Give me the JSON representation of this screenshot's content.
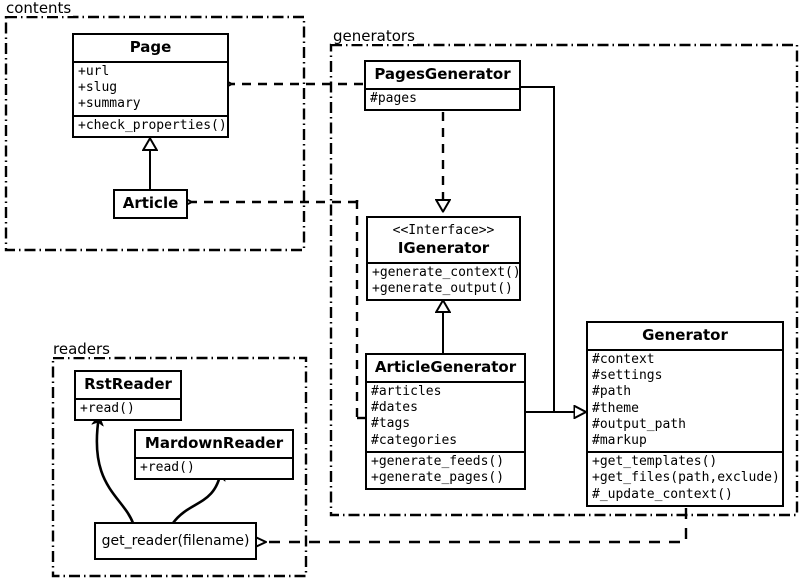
{
  "diagram": {
    "title": "Pelican UML class diagram",
    "line_color": "#000000",
    "background": "#ffffff"
  },
  "packages": [
    {
      "id": "contents",
      "label": "contents"
    },
    {
      "id": "generators",
      "label": "generators"
    },
    {
      "id": "readers",
      "label": "readers"
    }
  ],
  "classes": {
    "page": {
      "name": "Page",
      "attributes": [
        "+url",
        "+slug",
        "+summary"
      ],
      "methods": [
        "+check_properties()"
      ]
    },
    "article": {
      "name": "Article",
      "attributes": [],
      "methods": []
    },
    "pages_generator": {
      "name": "PagesGenerator",
      "attributes": [
        "#pages"
      ],
      "methods": []
    },
    "igenerator": {
      "stereotype": "<<Interface>>",
      "name": "IGenerator",
      "attributes": [],
      "methods": [
        "+generate_context()",
        "+generate_output()"
      ]
    },
    "article_generator": {
      "name": "ArticleGenerator",
      "attributes": [
        "#articles",
        "#dates",
        "#tags",
        "#categories"
      ],
      "methods": [
        "+generate_feeds()",
        "+generate_pages()"
      ]
    },
    "generator": {
      "name": "Generator",
      "attributes": [
        "#context",
        "#settings",
        "#path",
        "#theme",
        "#output_path",
        "#markup"
      ],
      "methods": [
        "+get_templates()",
        "+get_files(path,exclude)",
        "#_update_context()"
      ]
    },
    "rst_reader": {
      "name": "RstReader",
      "attributes": [],
      "methods": [
        "+read()"
      ]
    },
    "mardown_reader": {
      "name": "MardownReader",
      "attributes": [],
      "methods": [
        "+read()"
      ]
    },
    "get_reader": {
      "name": "get_reader(filename)"
    }
  },
  "relationships": [
    {
      "id": "article-inherits-page",
      "type": "generalization",
      "from": "Article",
      "to": "Page"
    },
    {
      "id": "pagesgenerator-realizes-igenerator",
      "type": "realization",
      "from": "PagesGenerator",
      "to": "IGenerator"
    },
    {
      "id": "articlegenerator-realizes-igenerator",
      "type": "realization",
      "from": "ArticleGenerator",
      "to": "IGenerator"
    },
    {
      "id": "pagesgenerator-inherits-generator",
      "type": "generalization",
      "from": "PagesGenerator",
      "to": "Generator"
    },
    {
      "id": "articlegenerator-inherits-generator",
      "type": "generalization",
      "from": "ArticleGenerator",
      "to": "Generator"
    },
    {
      "id": "generators-depends-page",
      "type": "dependency",
      "from": "generators",
      "to": "Page"
    },
    {
      "id": "generators-depends-article",
      "type": "dependency",
      "from": "generators",
      "to": "Article"
    },
    {
      "id": "generator-depends-get-reader",
      "type": "dependency",
      "from": "Generator",
      "to": "get_reader(filename)"
    },
    {
      "id": "get-reader-creates-rstreader",
      "type": "create",
      "from": "get_reader(filename)",
      "to": "RstReader"
    },
    {
      "id": "get-reader-creates-mardownreader",
      "type": "create",
      "from": "get_reader(filename)",
      "to": "MardownReader"
    }
  ]
}
